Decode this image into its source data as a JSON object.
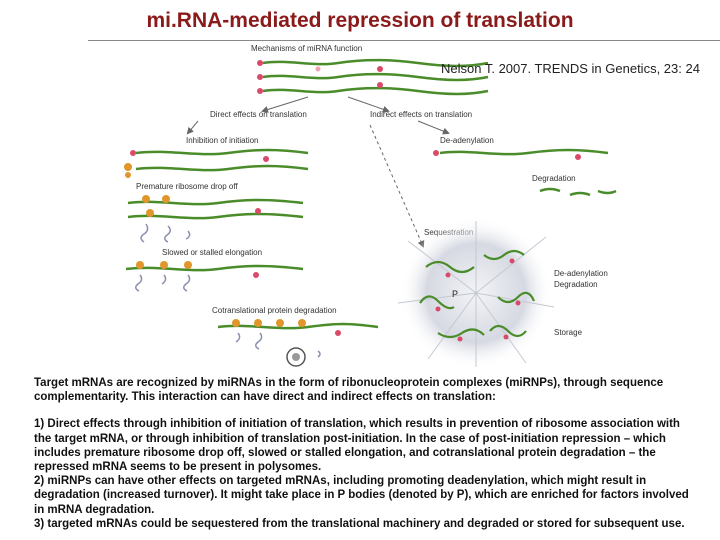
{
  "title": "mi.RNA-mediated repression of translation",
  "citation": "Nelson T. 2007. TRENDS in Genetics, 23: 24",
  "figure": {
    "header": "Mechanisms of miRNA function",
    "direct_label": "Direct effects on translation",
    "indirect_label": "Indirect effects on translation",
    "inhibition_label": "Inhibition of initiation",
    "dropoff_label": "Premature ribosome drop off",
    "elongation_label": "Slowed or stalled elongation",
    "degradation_label": "Cotranslational protein degradation",
    "deadenylation_label": "De-adenylation",
    "degradation_right_label": "Degradation",
    "sequestration_label": "Sequestration",
    "pbody_label_1": "De-adenylation",
    "pbody_label_2": "Degradation",
    "p_label": "P",
    "storage_label": "Storage"
  },
  "caption": {
    "intro": "Target mRNAs are recognized by miRNAs in the form of ribonucleoprotein complexes (miRNPs), through sequence complementarity. This interaction can have direct and indirect effects on translation:",
    "point1": "1) Direct effects through inhibition of initiation of translation, which results in prevention of ribosome association with the target mRNA, or through inhibition of translation post-initiation. In the case of post-initiation repression – which includes premature ribosome drop off, slowed or stalled elongation, and cotranslational protein degradation – the repressed mRNA seems to be present in polysomes.",
    "point2": "2) miRNPs can have other effects on targeted mRNAs, including promoting deadenylation, which might result in degradation (increased turnover). It might take place in P bodies (denoted by P), which are  enriched for factors involved in mRNA degradation.",
    "point3": "3) targeted mRNAs could be sequestered from the translational machinery and degraded or stored for subsequent use."
  },
  "colors": {
    "title": "#8b1a1a",
    "mrna_strand": "#4a8c2a",
    "ribosome": "#e0962a",
    "mirnp": "#d94a6a",
    "protein": "#8a8fb0",
    "pbody_burst": "#c9ccd6",
    "arrow": "#666666"
  }
}
